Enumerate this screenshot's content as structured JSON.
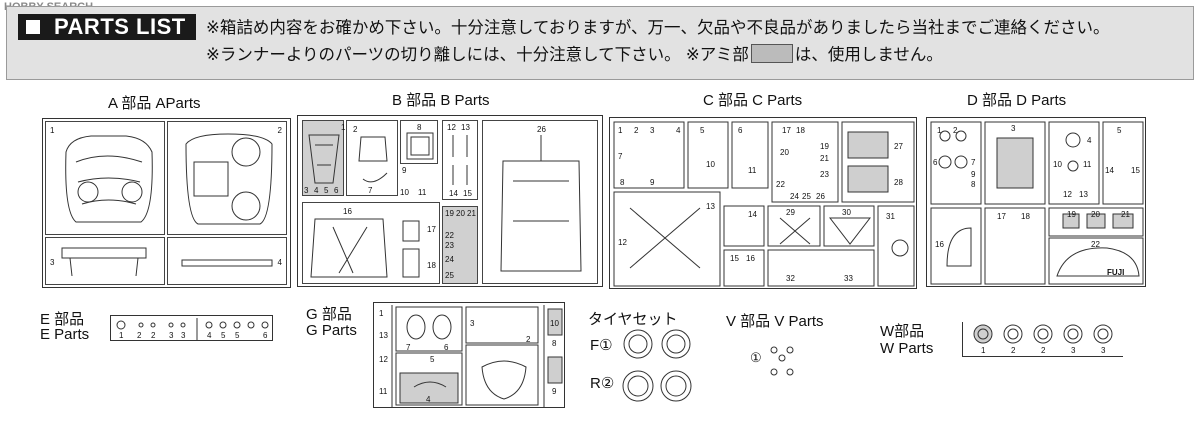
{
  "watermark": "HOBBY SEARCH",
  "header": {
    "title": "PARTS LIST",
    "note1": "※箱詰め内容をお確かめ下さい。十分注意しておりますが、万一、欠品や不良品がありましたら当社までご連絡ください。",
    "note2a": "※ランナーよりのパーツの切り離しには、十分注意して下さい。 ※アミ部",
    "note2b": "は、使用しません。"
  },
  "sections": {
    "a": "A 部品 AParts",
    "b": "B 部品 B Parts",
    "c": "C 部品 C Parts",
    "d": "D 部品 D Parts",
    "e1": "E 部品",
    "e2": "E Parts",
    "g1": "G 部品",
    "g2": "G Parts",
    "tire": "タイヤセット",
    "v": "V 部品 V Parts",
    "w1": "W部品",
    "w2": "W Parts"
  },
  "tires": {
    "f": "F①",
    "r": "R②"
  },
  "v_label": "①",
  "decal_mark": "FUJI",
  "nums": {
    "a": [
      "1",
      "2",
      "3",
      "4"
    ],
    "b": [
      "1",
      "2",
      "8",
      "9",
      "10",
      "11",
      "3",
      "4",
      "5",
      "6",
      "7",
      "12",
      "13",
      "14",
      "15",
      "16",
      "17",
      "18",
      "19",
      "20",
      "21",
      "22",
      "23",
      "24",
      "25",
      "26"
    ],
    "c": [
      "1",
      "2",
      "3",
      "4",
      "5",
      "6",
      "7",
      "8",
      "9",
      "10",
      "11",
      "12",
      "13",
      "14",
      "15",
      "16",
      "17",
      "18",
      "19",
      "20",
      "21",
      "22",
      "23",
      "24",
      "25",
      "26",
      "27",
      "28",
      "29",
      "30",
      "31",
      "32",
      "33"
    ],
    "d": [
      "1",
      "2",
      "3",
      "4",
      "5",
      "6",
      "7",
      "8",
      "9",
      "10",
      "11",
      "12",
      "13",
      "14",
      "15",
      "16",
      "17",
      "18",
      "19",
      "20",
      "21",
      "22"
    ],
    "e": [
      "1",
      "2",
      "2",
      "3",
      "3",
      "4",
      "5",
      "5",
      "6"
    ],
    "g": [
      "1",
      "2",
      "3",
      "4",
      "5",
      "6",
      "7",
      "8",
      "9",
      "10",
      "11",
      "12",
      "13"
    ],
    "w": [
      "1",
      "2",
      "2",
      "3",
      "3"
    ]
  }
}
